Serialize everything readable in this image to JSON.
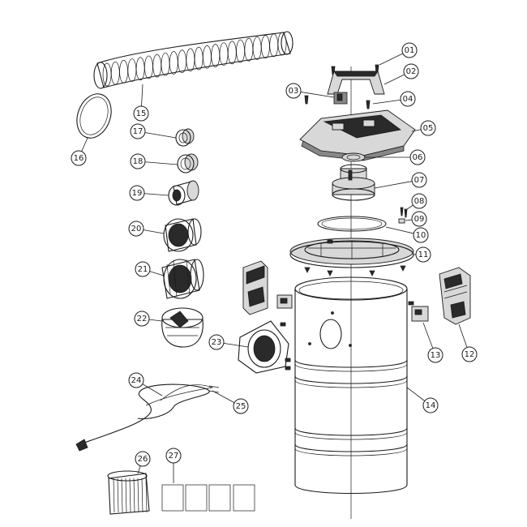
{
  "callouts": [
    {
      "id": "c01",
      "label": "01"
    },
    {
      "id": "c02",
      "label": "02"
    },
    {
      "id": "c03",
      "label": "03"
    },
    {
      "id": "c04",
      "label": "04"
    },
    {
      "id": "c05",
      "label": "05"
    },
    {
      "id": "c06",
      "label": "06"
    },
    {
      "id": "c07",
      "label": "07"
    },
    {
      "id": "c08",
      "label": "08"
    },
    {
      "id": "c09",
      "label": "09"
    },
    {
      "id": "c10",
      "label": "10"
    },
    {
      "id": "c11",
      "label": "11"
    },
    {
      "id": "c12",
      "label": "12"
    },
    {
      "id": "c13",
      "label": "13"
    },
    {
      "id": "c14",
      "label": "14"
    },
    {
      "id": "c15",
      "label": "15"
    },
    {
      "id": "c16",
      "label": "16"
    },
    {
      "id": "c17",
      "label": "17"
    },
    {
      "id": "c18",
      "label": "18"
    },
    {
      "id": "c19",
      "label": "19"
    },
    {
      "id": "c20",
      "label": "20"
    },
    {
      "id": "c21",
      "label": "21"
    },
    {
      "id": "c22",
      "label": "22"
    },
    {
      "id": "c23",
      "label": "23"
    },
    {
      "id": "c24",
      "label": "24"
    },
    {
      "id": "c25",
      "label": "25"
    },
    {
      "id": "c26",
      "label": "26"
    },
    {
      "id": "c27",
      "label": "27"
    }
  ]
}
